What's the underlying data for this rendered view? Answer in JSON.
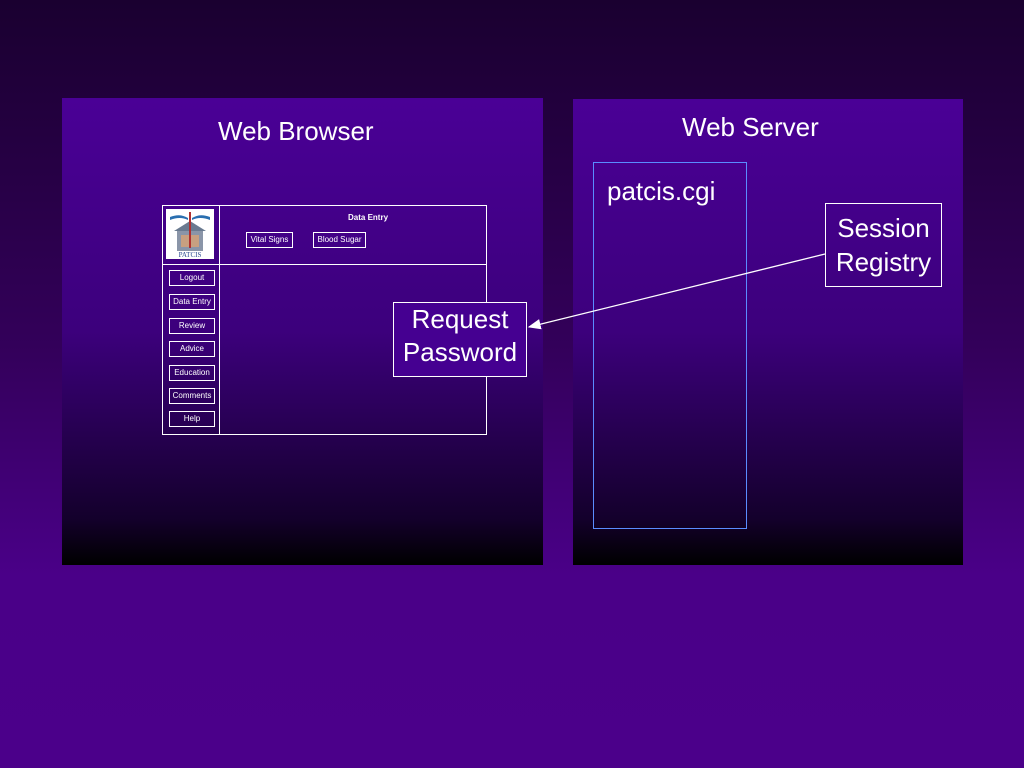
{
  "browser": {
    "title": "Web Browser",
    "app": {
      "header_title": "Data Entry",
      "tabs": [
        "Vital Signs",
        "Blood Sugar"
      ],
      "nav": [
        "Logout",
        "Data Entry",
        "Review",
        "Advice",
        "Education",
        "Comments",
        "Help"
      ],
      "logo_icon": "patcis-house-caduceus-logo"
    },
    "request_box": [
      "Request",
      "Password"
    ]
  },
  "server": {
    "title": "Web Server",
    "cgi_label": "patcis.cgi",
    "session_box": [
      "Session",
      "Registry"
    ]
  },
  "colors": {
    "background": "#4b008a",
    "panel": "#4a0096",
    "cgi_border": "#5a8cff",
    "line": "#ffffff"
  }
}
